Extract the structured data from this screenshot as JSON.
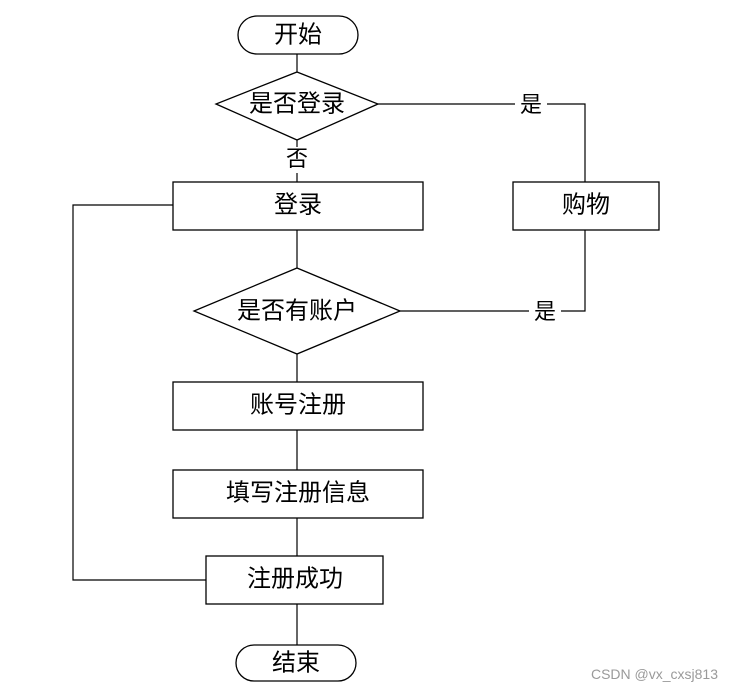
{
  "nodes": {
    "start": "开始",
    "is_logged_in": "是否登录",
    "login": "登录",
    "shopping": "购物",
    "has_account": "是否有账户",
    "register_account": "账号注册",
    "fill_register_info": "填写注册信息",
    "register_success": "注册成功",
    "end": "结束"
  },
  "edge_labels": {
    "logged_in_yes": "是",
    "logged_in_no": "否",
    "has_account_yes": "是"
  },
  "watermark": "CSDN @vx_cxsj813"
}
